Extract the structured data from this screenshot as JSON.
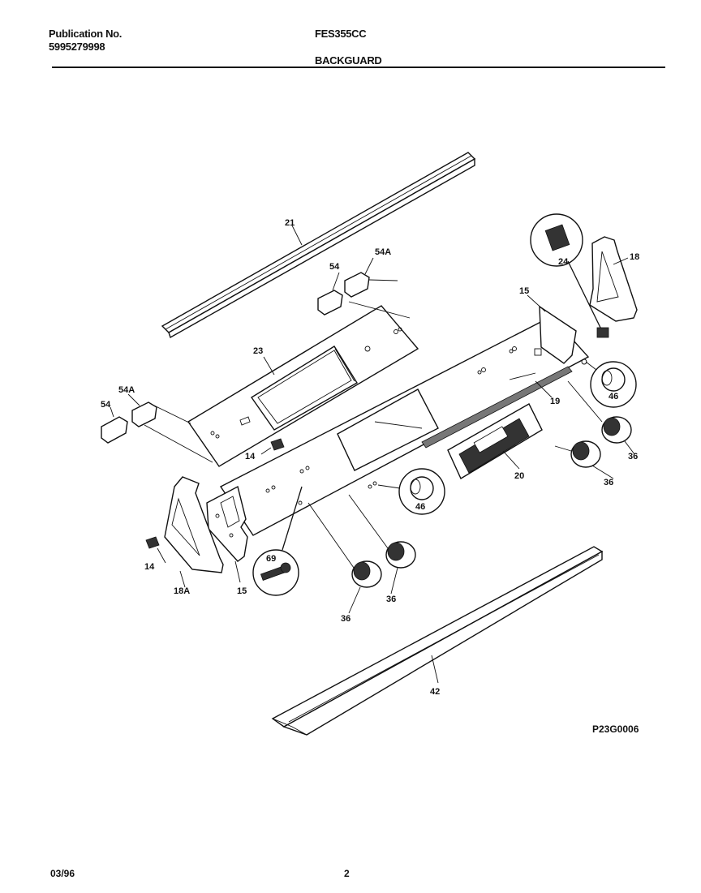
{
  "header": {
    "publication_label": "Publication No.",
    "publication_number": "5995279998",
    "model": "FES355CC",
    "section": "BACKGUARD"
  },
  "callouts": {
    "c21": "21",
    "c54_top": "54",
    "c54a_top": "54A",
    "c24": "24",
    "c18": "18",
    "c15_right": "15",
    "c23": "23",
    "c46_right": "46",
    "c19": "19",
    "c54a_left": "54A",
    "c54_left": "54",
    "c14_mid": "14",
    "c20": "20",
    "c36_r1": "36",
    "c36_r2": "36",
    "c46_mid": "46",
    "c69": "69",
    "c14_left": "14",
    "c18a": "18A",
    "c15_left": "15",
    "c36_b1": "36",
    "c36_b2": "36",
    "c42": "42"
  },
  "reference_code": "P23G0006",
  "footer": {
    "date": "03/96",
    "page": "2"
  }
}
